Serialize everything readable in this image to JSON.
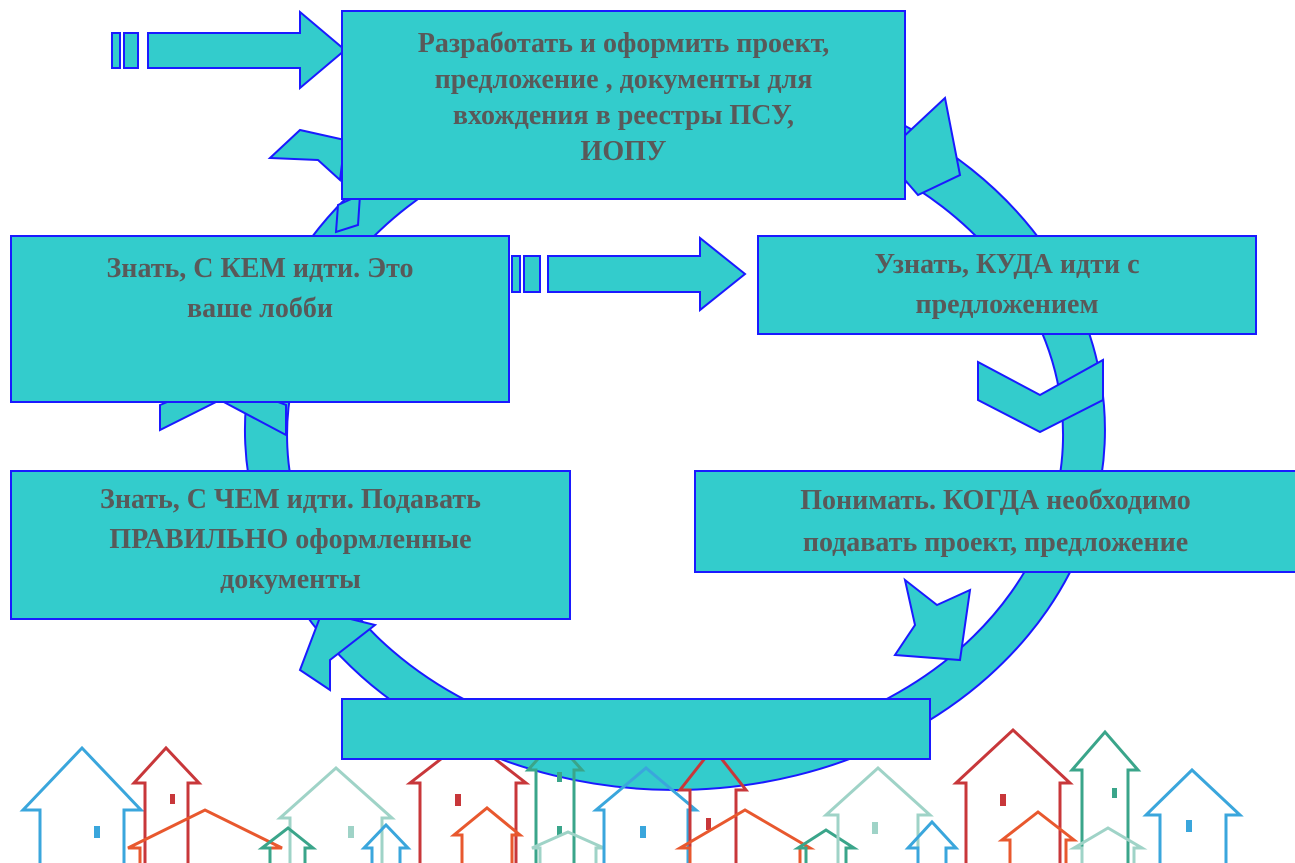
{
  "colors": {
    "box_fill": "#33cccc",
    "box_border": "#1a1aff",
    "text": "#595959",
    "arrow_fill": "#33cccc",
    "arrow_stroke": "#1a1aff",
    "house_blue": "#3aa6dc",
    "house_red": "#c8373a",
    "house_orange": "#e8582e",
    "house_mint": "#9fd3c7",
    "house_teal": "#3aa58a"
  },
  "boxes": {
    "top": "Разработать и оформить проект,\nпредложение , документы для\nвхождения в реестры ПСУ,\nИОПУ",
    "left_upper": "Знать, С КЕМ идти. Это\nваше лобби",
    "right_upper": "Узнать, КУДА идти с\nпредложением",
    "left_lower": "Знать, С ЧЕМ идти. Подавать\nПРАВИЛЬНО оформленные\nдокументы",
    "right_lower": "Понимать. КОГДА необходимо\nподавать проект, предложение",
    "bottom": ""
  },
  "icons": {
    "block_arrow": "striped-block-arrow-icon",
    "cycle_arrow": "circular-cycle-arrow-icon",
    "house": "house-outline-icon"
  }
}
